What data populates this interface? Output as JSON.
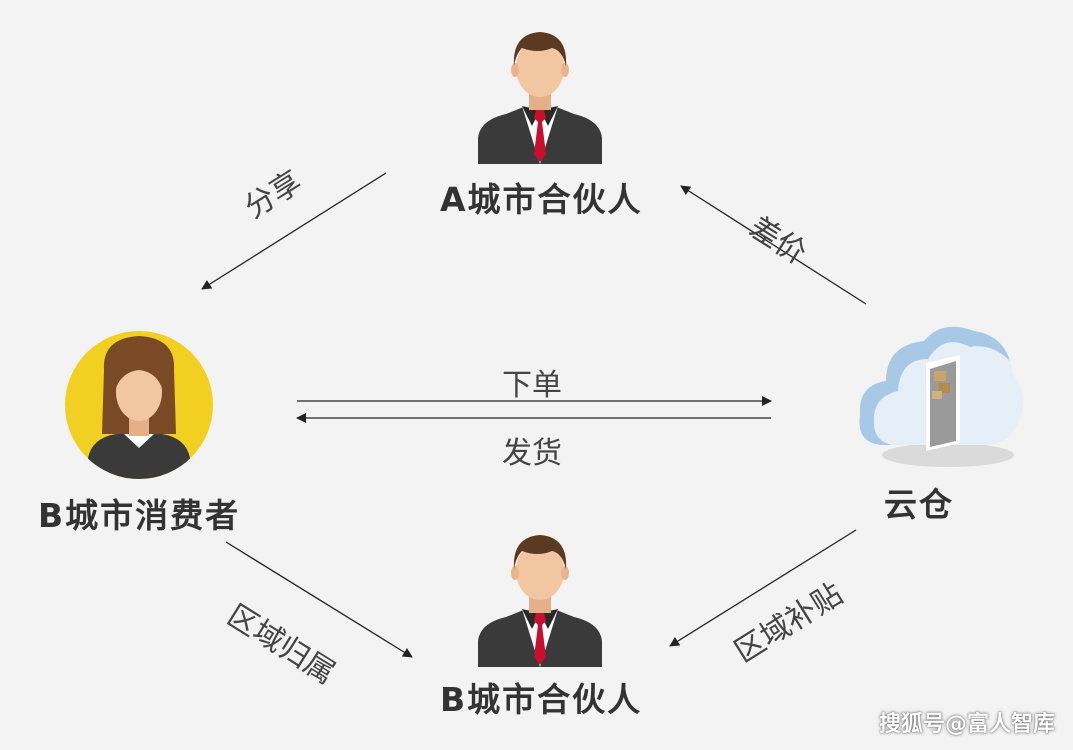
{
  "nodes": {
    "partner_a": "A城市合伙人",
    "consumer_b": "B城市消费者",
    "cloud_warehouse": "云仓",
    "partner_b": "B城市合伙人"
  },
  "edges": {
    "share": "分享",
    "price_diff": "差价",
    "order": "下单",
    "ship": "发货",
    "region_attribution": "区域归属",
    "region_subsidy": "区域补贴"
  },
  "watermark": "搜狐号@富人智库",
  "colors": {
    "background": "#f3f3f3",
    "consumer_circle": "#f2d022",
    "suit": "#3a3a3a",
    "tie": "#c8102e",
    "skin": "#f2c6a0",
    "hair": "#5b3a22"
  }
}
